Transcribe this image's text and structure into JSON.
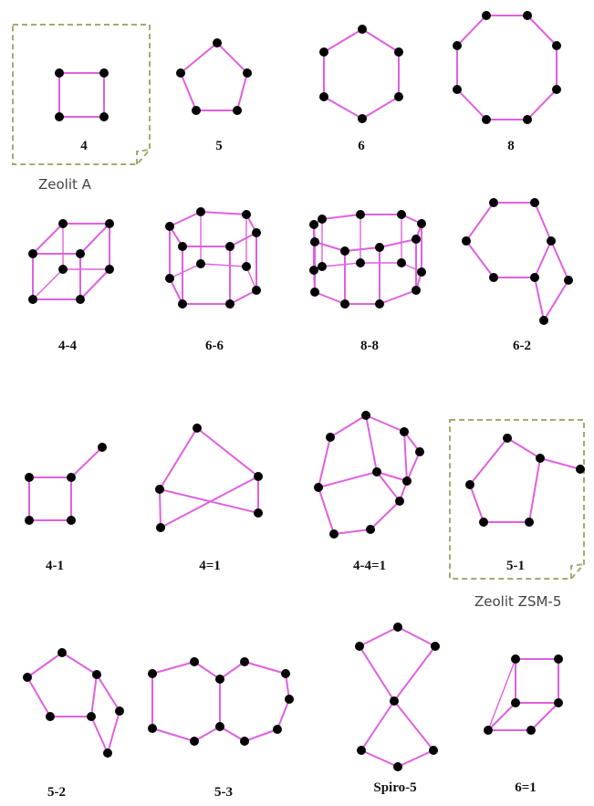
{
  "colors": {
    "edge": "#e060e0",
    "node": "#000000",
    "highlight_box": "#a8a870",
    "caption_text": "#444444"
  },
  "units": [
    {
      "label": "4"
    },
    {
      "label": "5"
    },
    {
      "label": "6"
    },
    {
      "label": "8"
    },
    {
      "label": "4-4"
    },
    {
      "label": "6-6"
    },
    {
      "label": "8-8"
    },
    {
      "label": "6-2"
    },
    {
      "label": "4-1"
    },
    {
      "label": "4=1"
    },
    {
      "label": "4-4=1"
    },
    {
      "label": "5-1"
    },
    {
      "label": "5-2"
    },
    {
      "label": "5-3"
    },
    {
      "label": "Spiro-5"
    },
    {
      "label": "6=1"
    }
  ],
  "highlights": [
    {
      "unit": "4",
      "caption": "Zeolit A"
    },
    {
      "unit": "5-1",
      "caption": "Zeolit ZSM-5"
    }
  ]
}
